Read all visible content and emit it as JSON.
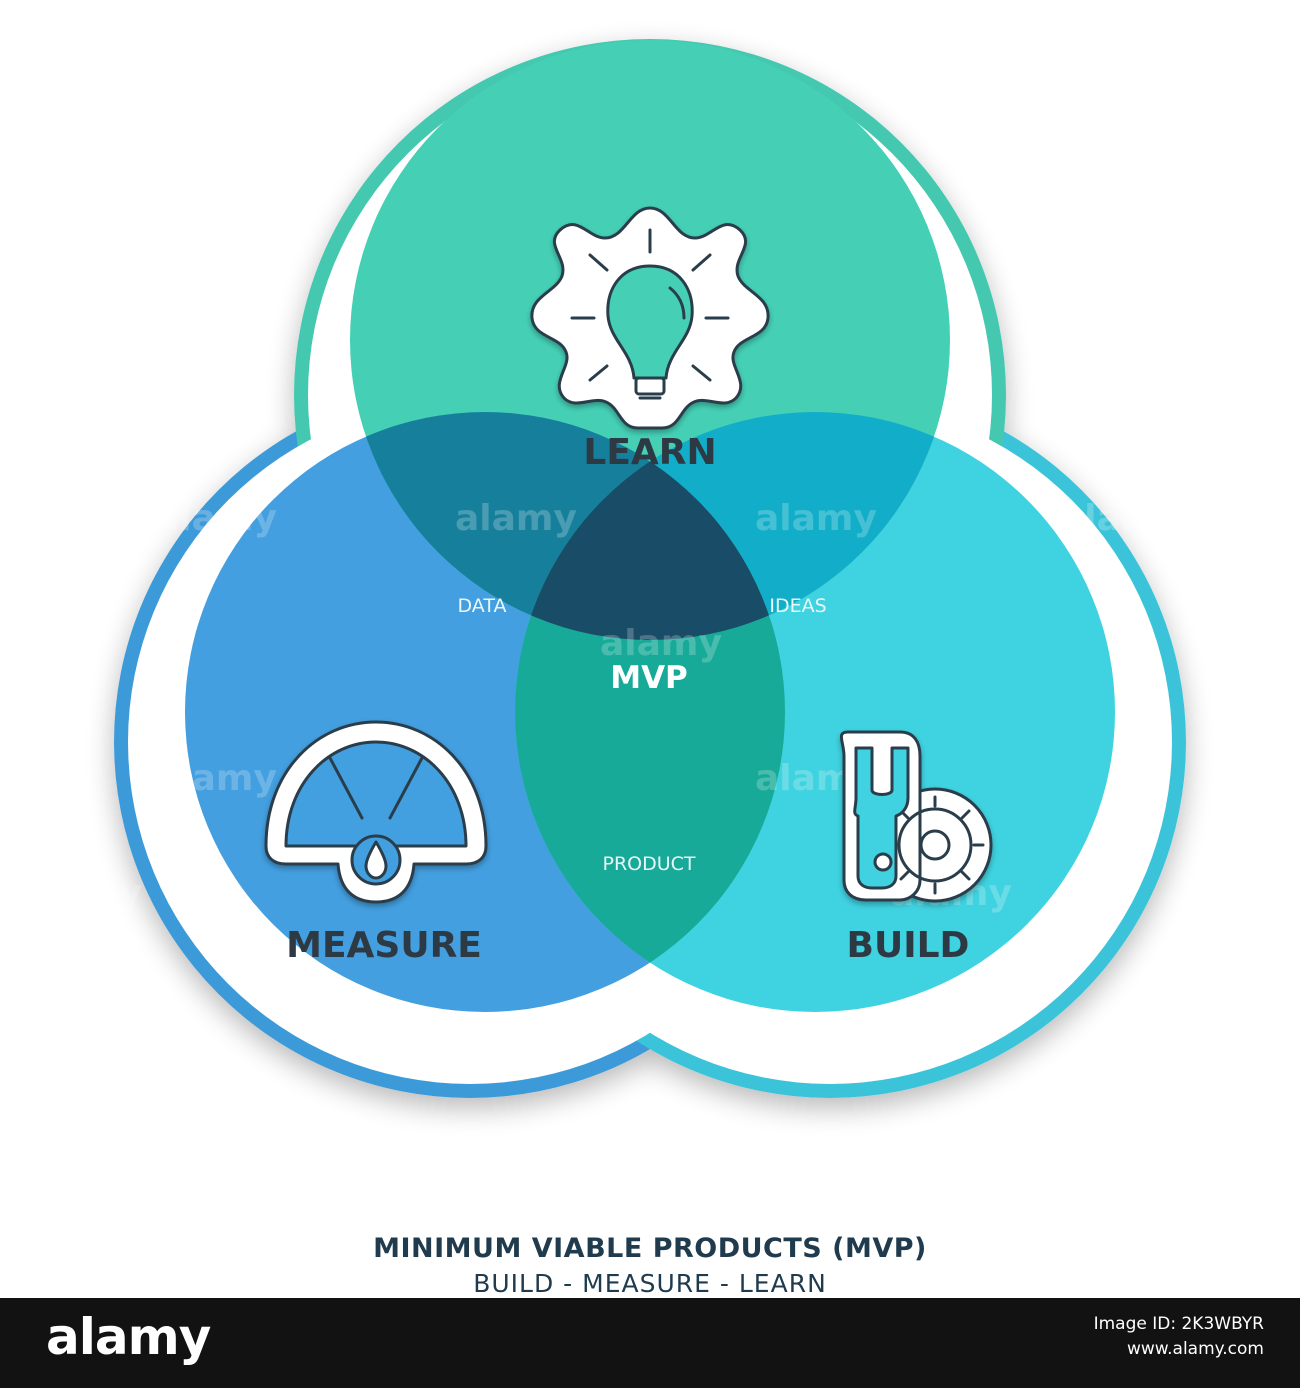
{
  "diagram": {
    "sets": [
      {
        "id": "learn",
        "label": "LEARN",
        "icon": "lightbulb-icon",
        "color": "#45d0b6"
      },
      {
        "id": "measure",
        "label": "MEASURE",
        "icon": "gauge-icon",
        "color": "#439fe0"
      },
      {
        "id": "build",
        "label": "BUILD",
        "icon": "wrench-gear-icon",
        "color": "#3fd2e0"
      }
    ],
    "overlaps": {
      "learn_measure": "DATA",
      "learn_build": "IDEAS",
      "measure_build": "PRODUCT",
      "center": "MVP"
    },
    "colors": {
      "frame_teal": "#45c8b0",
      "frame_blue": "#3c9ad9",
      "frame_cyan": "#3bc4d9",
      "learn_measure": "#16809c",
      "learn_build": "#12aec9",
      "measure_build": "#17aa98",
      "center": "#194c66",
      "icon_stroke": "#2c3e4b"
    }
  },
  "caption": {
    "title": "MINIMUM VIABLE PRODUCTS (MVP)",
    "subtitle": "BUILD - MEASURE - LEARN"
  },
  "watermark": "alamy",
  "footer": {
    "logo": "alamy",
    "image_id_line": "Image ID: 2K3WBYR",
    "url": "www.alamy.com"
  }
}
